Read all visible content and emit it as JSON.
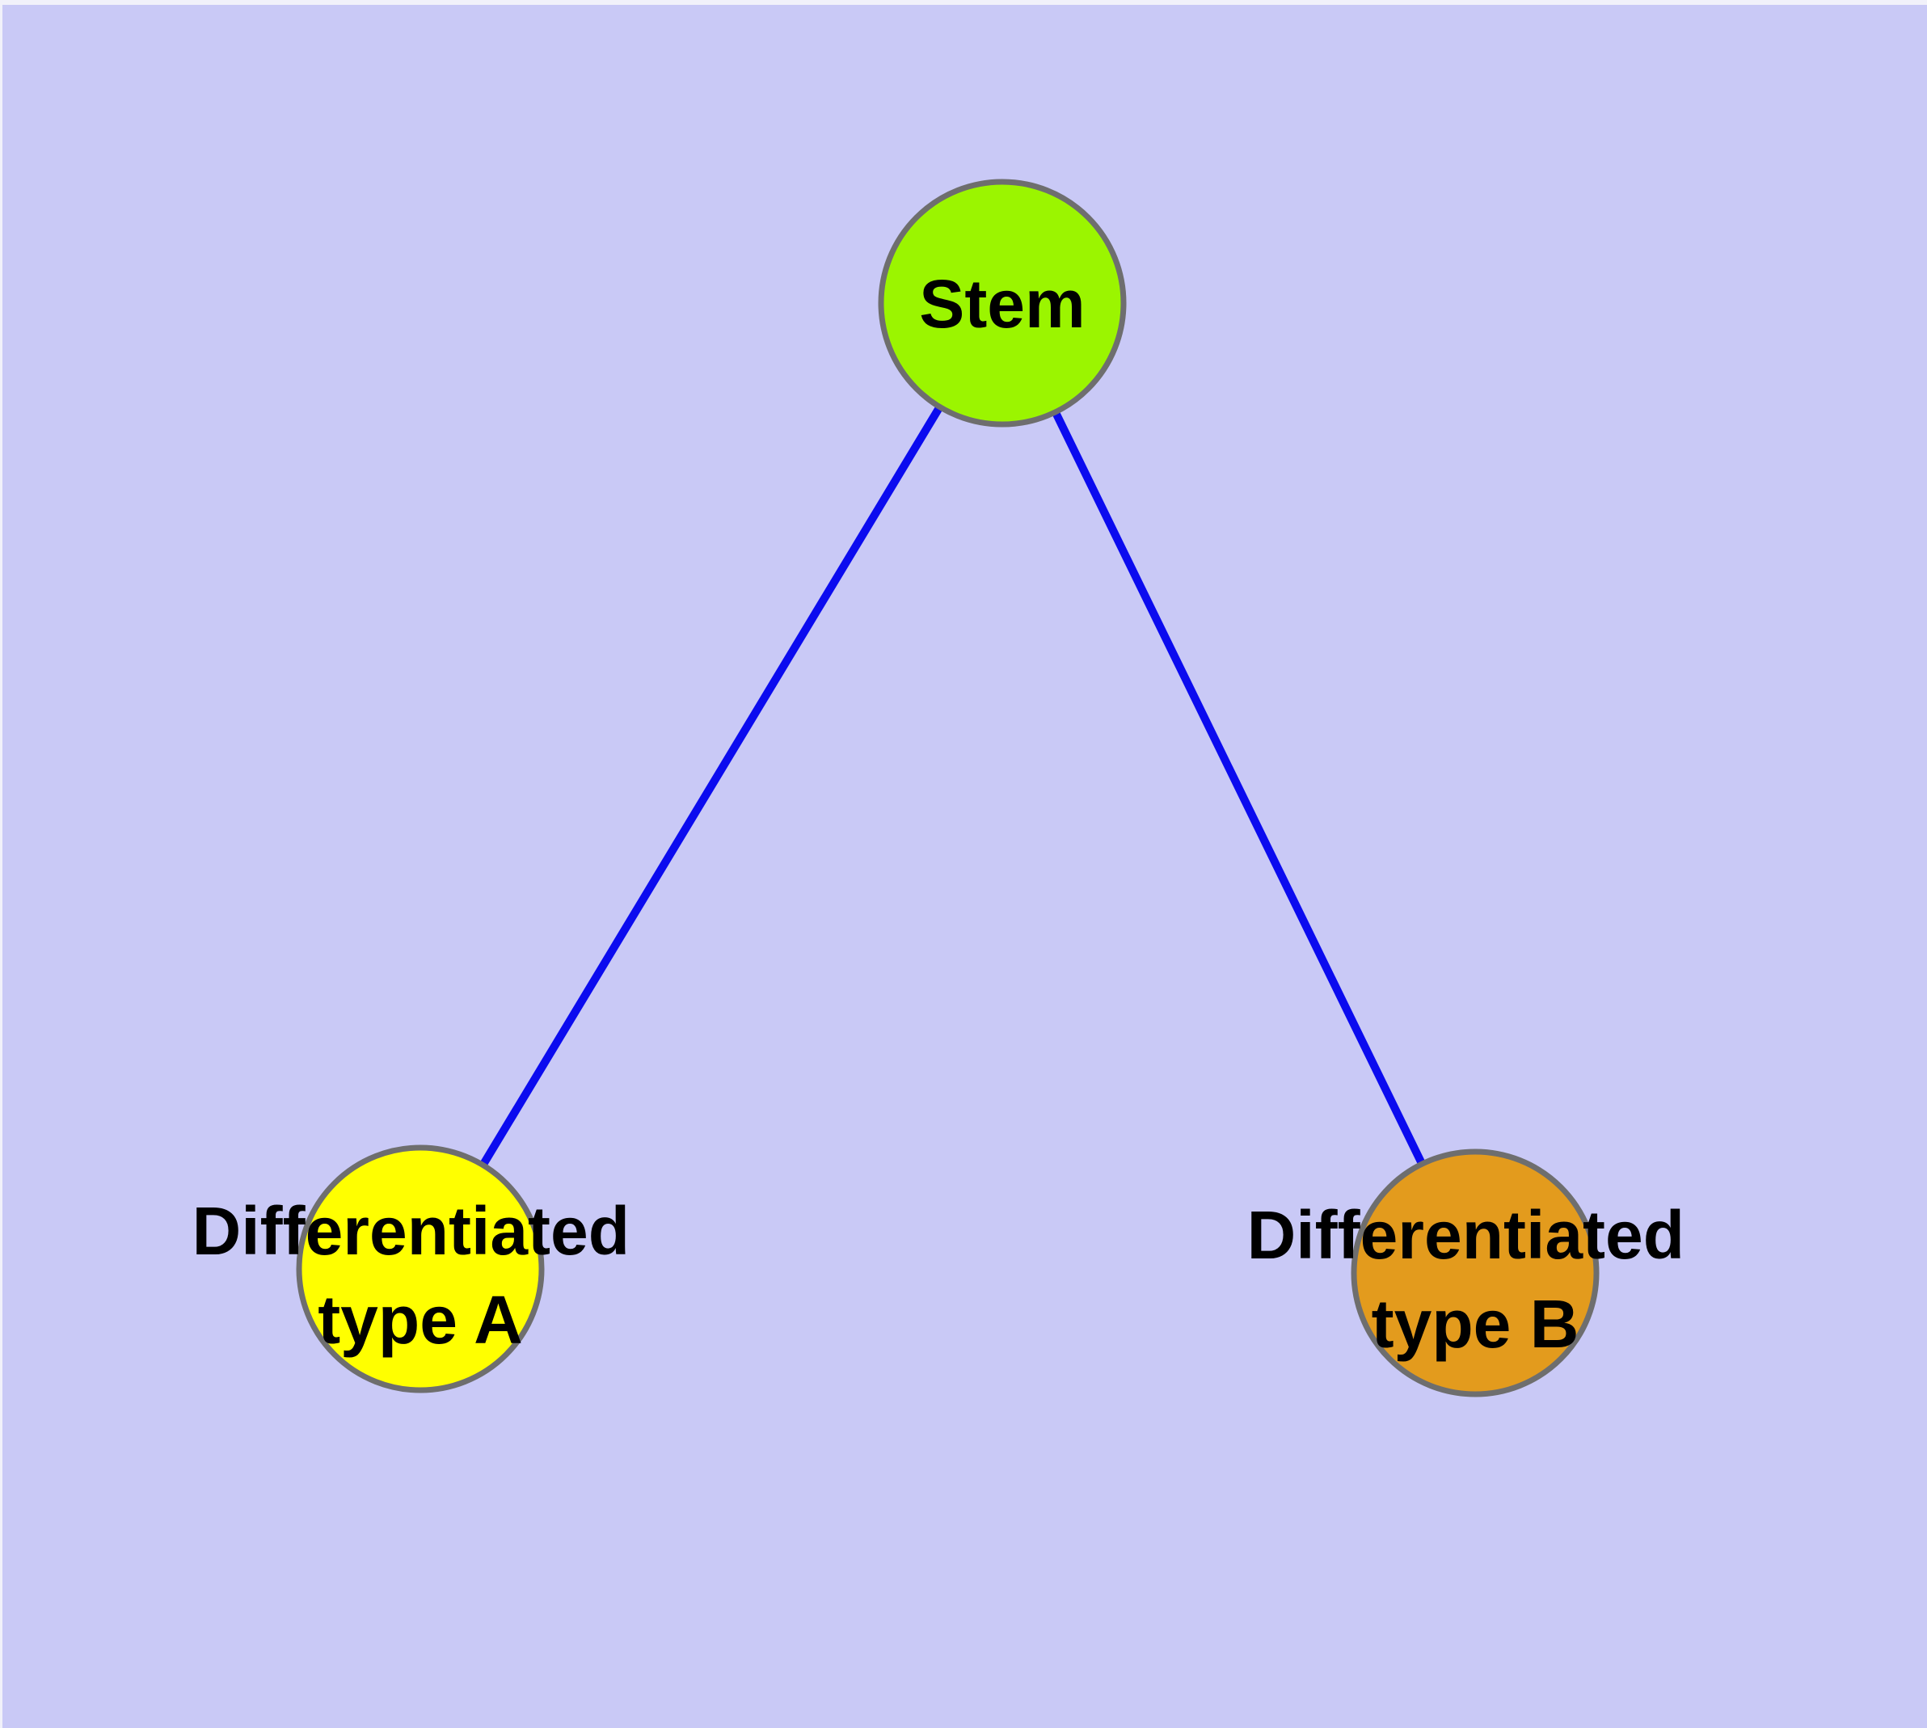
{
  "diagram": {
    "type": "node-link-graph",
    "nodes": [
      {
        "id": "stem",
        "label": "Stem",
        "label_lines": [
          "Stem"
        ],
        "color": "#9BF500"
      },
      {
        "id": "differentiated-type-a",
        "label": "Differentiated type A",
        "label_lines": [
          "Differentiated",
          "type A"
        ],
        "color": "#FFFF00"
      },
      {
        "id": "differentiated-type-b",
        "label": "Differentiated type B",
        "label_lines": [
          "Differentiated",
          "type B"
        ],
        "color": "#E39B1D"
      }
    ],
    "edges": [
      {
        "from": "Stem",
        "to": "Differentiated type A"
      },
      {
        "from": "Stem",
        "to": "Differentiated type B"
      }
    ],
    "colors": {
      "plot_background": "#C9C9F6",
      "page_background": "#F1F1FA",
      "edge": "#0B0BEF",
      "node_border": "#6E6E6E",
      "label_text": "#000000"
    }
  }
}
